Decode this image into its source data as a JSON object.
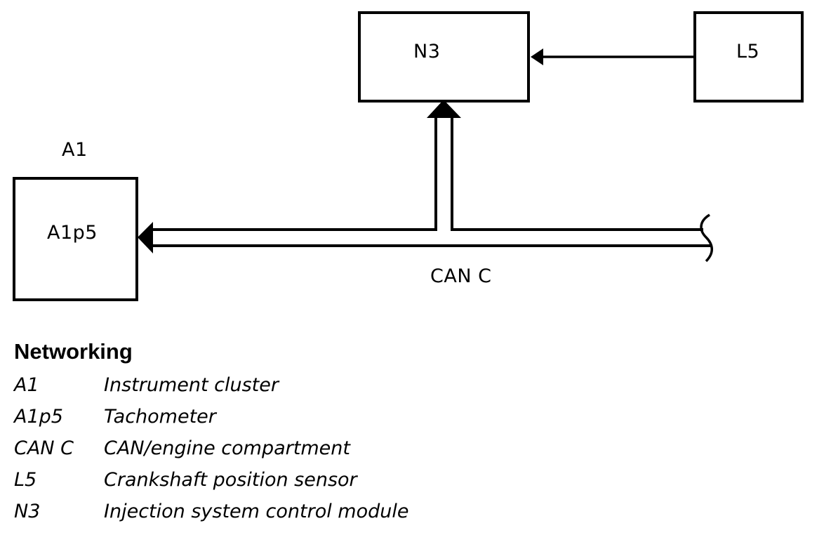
{
  "diagram": {
    "nodes": {
      "n3": {
        "label": "N3"
      },
      "l5": {
        "label": "L5"
      },
      "a1": {
        "title": "A1",
        "label": "A1p5"
      }
    },
    "bus": {
      "label": "CAN C"
    },
    "colors": {
      "line": "#000000",
      "background": "#ffffff"
    }
  },
  "legend": {
    "title": "Networking",
    "items": [
      {
        "code": "A1",
        "description": "Instrument cluster"
      },
      {
        "code": "A1p5",
        "description": "Tachometer"
      },
      {
        "code": "CAN C",
        "description": "CAN/engine compartment"
      },
      {
        "code": "L5",
        "description": "Crankshaft position sensor"
      },
      {
        "code": "N3",
        "description": "Injection system control module"
      }
    ]
  }
}
